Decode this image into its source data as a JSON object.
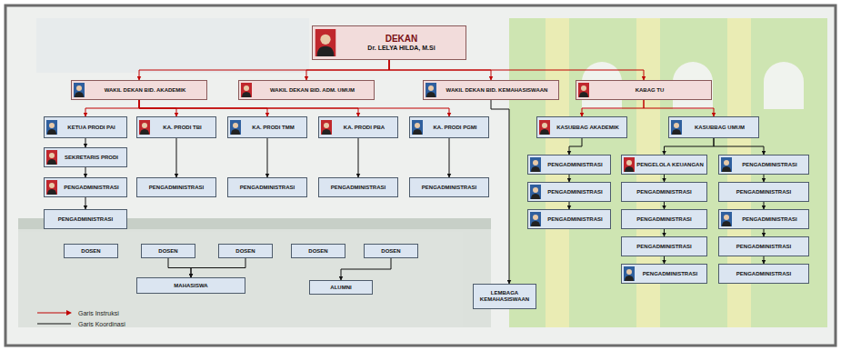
{
  "diagram": {
    "nodes": [
      {
        "text": [
          "DEKAN",
          "Dr. LELYA HILDA, M.Si"
        ]
      },
      {
        "text": [
          "WAKIL DEKAN BID. AKADEMIK"
        ]
      },
      {
        "text": [
          "WAKIL DEKAN BID. ADM. UMUM"
        ]
      },
      {
        "text": [
          "WAKIL DEKAN BID. KEMAHASISWAAN"
        ]
      },
      {
        "text": [
          "KABAG TU"
        ]
      },
      {
        "text": [
          "KETUA PRODI PAI"
        ]
      },
      {
        "text": [
          "KA. PRODI TBI"
        ]
      },
      {
        "text": [
          "KA. PRODI TMM"
        ]
      },
      {
        "text": [
          "KA. PRODI PBA"
        ]
      },
      {
        "text": [
          "KA. PRODI PGMI"
        ]
      },
      {
        "text": [
          "KASUBBAG AKADEMIK"
        ]
      },
      {
        "text": [
          "KASUBBAG UMUM"
        ]
      },
      {
        "text": [
          "SEKRETARIS PRODI"
        ]
      },
      {
        "text": [
          "PENGADMINISTRASI"
        ]
      },
      {
        "text": [
          "PENGELOLA KEUANGAN"
        ]
      },
      {
        "text": [
          "PENGADMINISTRASI"
        ]
      },
      {
        "text": [
          "PENGADMINISTRASI"
        ]
      },
      {
        "text": [
          "PENGADMINISTRASI"
        ]
      },
      {
        "text": [
          "PENGADMINISTRASI"
        ]
      },
      {
        "text": [
          "PENGADMINISTRASI"
        ]
      },
      {
        "text": [
          "PENGADMINISTRASI"
        ]
      },
      {
        "text": [
          "PENGADMINISTRASI"
        ]
      },
      {
        "text": [
          "PENGADMINISTRASI"
        ]
      },
      {
        "text": [
          "PENGADMINISTRASI"
        ]
      },
      {
        "text": [
          "PENGADMINISTRASI"
        ]
      },
      {
        "text": [
          "PENGADMINISTRASI"
        ]
      },
      {
        "text": [
          "PENGADMINISTRASI"
        ]
      },
      {
        "text": [
          "PENGADMINISTRASI"
        ]
      },
      {
        "text": [
          "PENGADMINISTRASI"
        ]
      },
      {
        "text": [
          "PENGADMINISTRASI"
        ]
      },
      {
        "text": [
          "DOSEN"
        ]
      },
      {
        "text": [
          "DOSEN"
        ]
      },
      {
        "text": [
          "DOSEN"
        ]
      },
      {
        "text": [
          "DOSEN"
        ]
      },
      {
        "text": [
          "DOSEN"
        ]
      },
      {
        "text": [
          "PENGADMINISTRASI"
        ]
      },
      {
        "text": [
          "PENGADMINISTRASI"
        ]
      },
      {
        "text": [
          "MAHASISWA"
        ]
      },
      {
        "text": [
          "ALUMNI"
        ]
      },
      {
        "text": [
          "LEMBAGA KEMAHASISWAAN"
        ]
      }
    ],
    "edges": [
      {
        "from": 0,
        "to": 1,
        "arrow": "to"
      },
      {
        "from": 0,
        "to": 2,
        "arrow": "to"
      },
      {
        "from": 0,
        "to": 3,
        "arrow": "to"
      },
      {
        "from": 0,
        "to": 4,
        "arrow": "to"
      },
      {
        "from": 1,
        "to": 5,
        "arrow": "to"
      },
      {
        "from": 1,
        "to": 6,
        "arrow": "to"
      },
      {
        "from": 1,
        "to": 7,
        "arrow": "to"
      },
      {
        "from": 1,
        "to": 8,
        "arrow": "to"
      },
      {
        "from": 1,
        "to": 9,
        "arrow": "to"
      },
      {
        "from": 4,
        "to": 10,
        "arrow": "to"
      },
      {
        "from": 4,
        "to": 11,
        "arrow": "to"
      },
      {
        "from": 5,
        "to": 12,
        "arrow": "to"
      },
      {
        "from": 12,
        "to": 16,
        "arrow": "to"
      },
      {
        "from": 16,
        "to": 24,
        "arrow": "to"
      },
      {
        "from": 6,
        "to": 17,
        "arrow": "to"
      },
      {
        "from": 7,
        "to": 18,
        "arrow": "to"
      },
      {
        "from": 8,
        "to": 19,
        "arrow": "to"
      },
      {
        "from": 9,
        "to": 20,
        "arrow": "to"
      },
      {
        "from": 10,
        "to": 13,
        "arrow": "to"
      },
      {
        "from": 13,
        "to": 21,
        "arrow": "to"
      },
      {
        "from": 21,
        "to": 25,
        "arrow": "to"
      },
      {
        "from": 11,
        "to": 14,
        "arrow": "to"
      },
      {
        "from": 11,
        "to": 15,
        "arrow": "to"
      },
      {
        "from": 14,
        "to": 22,
        "arrow": "to"
      },
      {
        "from": 22,
        "to": 26,
        "arrow": "to"
      },
      {
        "from": 26,
        "to": 28,
        "arrow": "to"
      },
      {
        "from": 28,
        "to": 35,
        "arrow": "to"
      },
      {
        "from": 15,
        "to": 23,
        "arrow": "to"
      },
      {
        "from": 23,
        "to": 27,
        "arrow": "to"
      },
      {
        "from": 27,
        "to": 29,
        "arrow": "to"
      },
      {
        "from": 29,
        "to": 36,
        "arrow": "to"
      },
      {
        "from": 31,
        "to": 37,
        "arrow": "to"
      },
      {
        "from": 32,
        "to": 37,
        "arrow": "to"
      },
      {
        "from": 34,
        "to": 38,
        "arrow": "to"
      },
      {
        "from": 3,
        "to": 39,
        "arrow": "to"
      }
    ],
    "legend": [
      {
        "text": "Garis Instruksi"
      },
      {
        "text": "Garis Koordinasi"
      }
    ]
  }
}
